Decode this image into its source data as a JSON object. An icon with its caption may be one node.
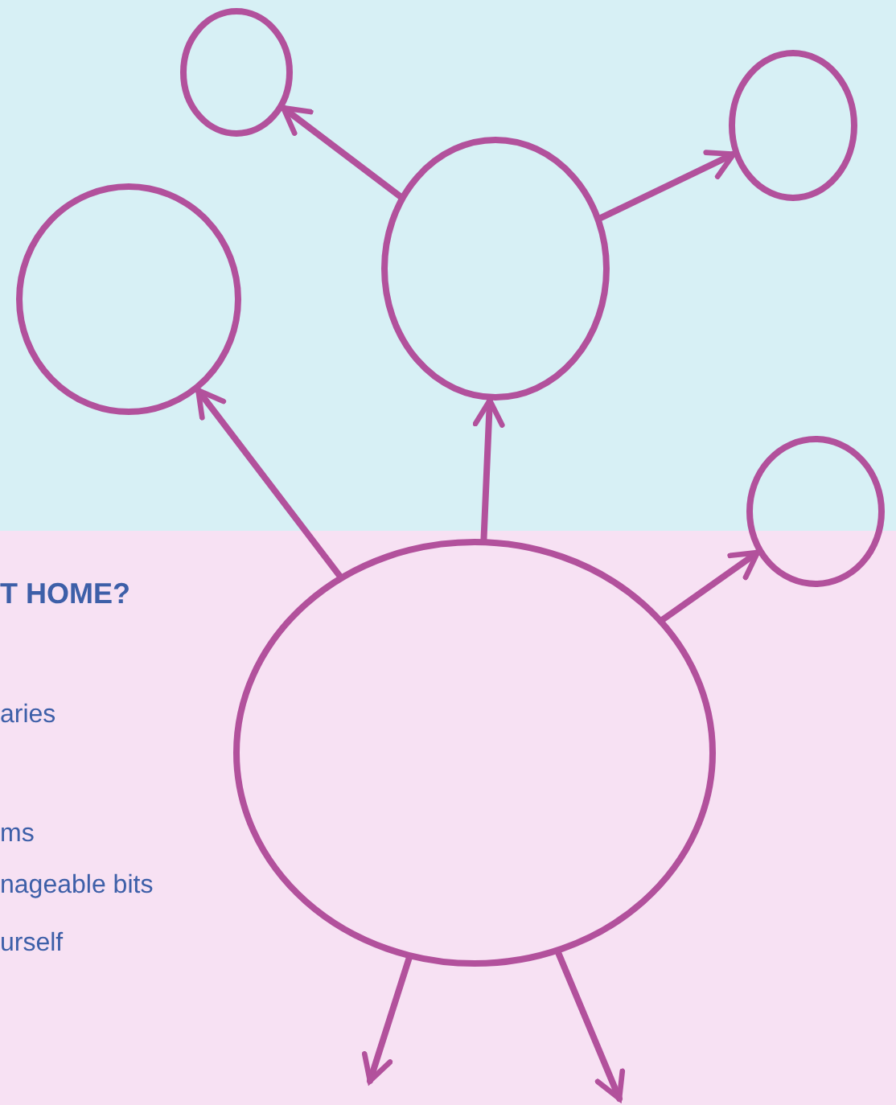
{
  "diagram": {
    "nodes": [
      {
        "text": [],
        "shape": "circle"
      },
      {
        "text": [],
        "shape": "circle"
      },
      {
        "text": [],
        "shape": "circle"
      },
      {
        "text": [],
        "shape": "circle"
      },
      {
        "text": [],
        "shape": "circle"
      },
      {
        "text": [],
        "shape": "circle"
      }
    ],
    "edges": [
      {
        "from": 3,
        "to": 0,
        "arrow": "to"
      },
      {
        "from": 3,
        "to": 1,
        "arrow": "to"
      },
      {
        "from": 5,
        "to": 2,
        "arrow": "to"
      },
      {
        "from": 5,
        "to": 3,
        "arrow": "to"
      },
      {
        "from": 5,
        "to": 4,
        "arrow": "to"
      },
      {
        "from": 5,
        "to": null,
        "arrow": "to"
      },
      {
        "from": 5,
        "to": null,
        "arrow": "to"
      }
    ],
    "labels": [
      "T HOME?",
      "aries",
      "ms",
      "nageable bits",
      "urself"
    ]
  }
}
